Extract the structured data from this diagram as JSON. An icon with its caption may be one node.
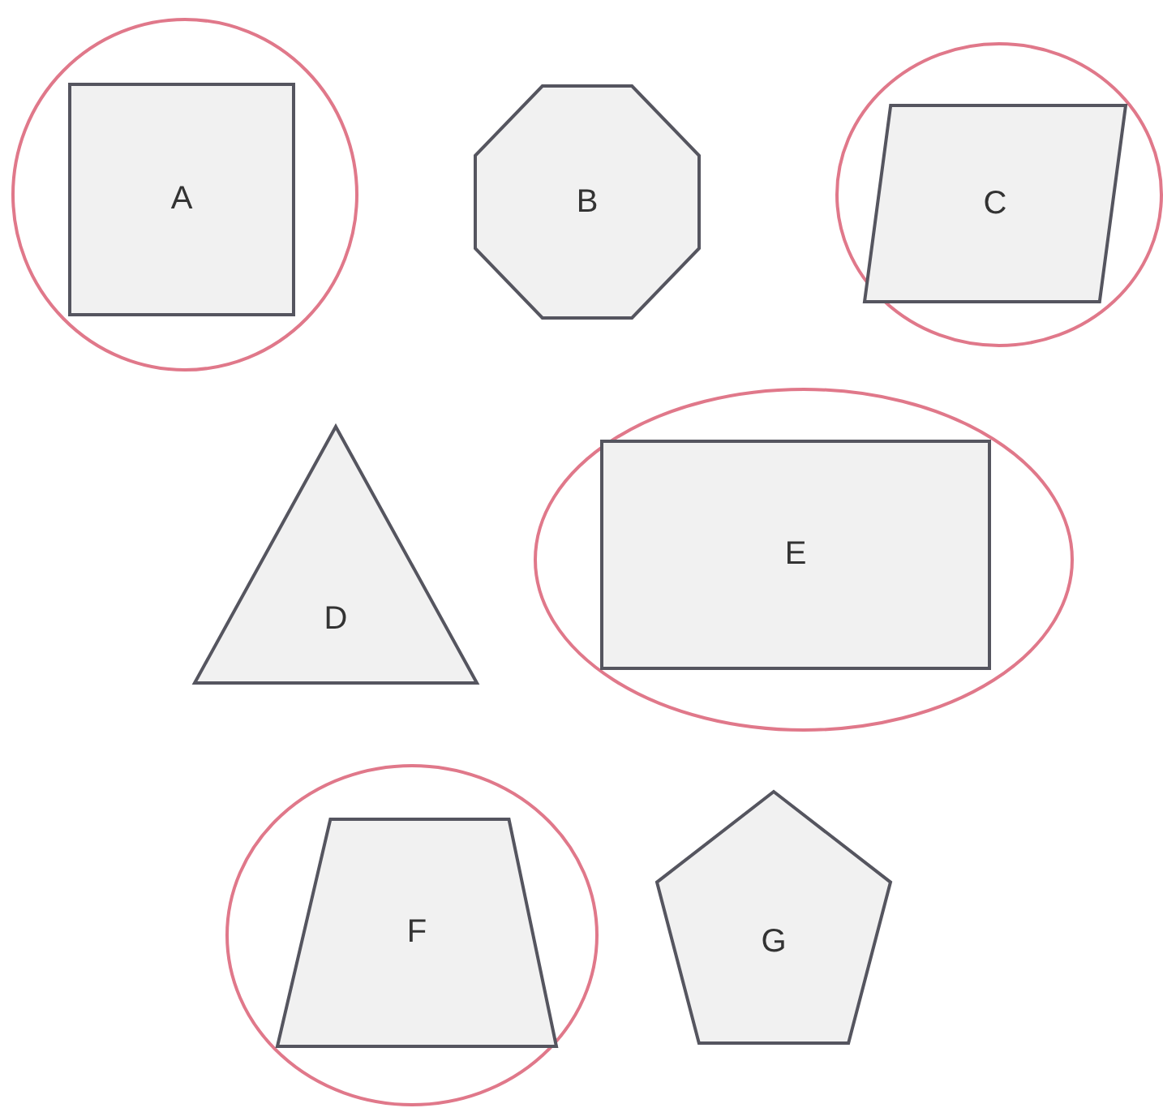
{
  "diagram": {
    "nodes": [
      {
        "text": [],
        "shape": "circle"
      },
      {
        "text": [
          "A"
        ],
        "in": 0
      },
      {
        "text": [
          "B"
        ]
      },
      {
        "text": [],
        "shape": "circle"
      },
      {
        "text": [
          "C"
        ],
        "in": 3
      },
      {
        "text": [
          "D"
        ]
      },
      {
        "text": [],
        "shape": "circle"
      },
      {
        "text": [
          "E"
        ],
        "in": 6
      },
      {
        "text": [],
        "shape": "circle"
      },
      {
        "text": [
          "F"
        ],
        "in": 8
      },
      {
        "text": [
          "G"
        ]
      }
    ],
    "edges": []
  }
}
